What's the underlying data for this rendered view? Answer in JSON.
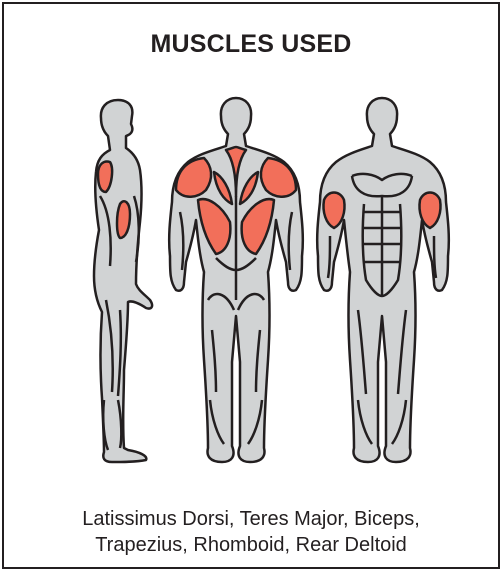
{
  "title": "MUSCLES USED",
  "caption": {
    "line1": "Latissimus Dorsi, Teres Major, Biceps,",
    "line2": "Trapezius, Rhomboid, Rear Deltoid"
  },
  "colors": {
    "body": "#d1d3d4",
    "outline": "#231f20",
    "highlight": "#f26f5a",
    "border": "#231f20"
  },
  "figures": [
    "side-view",
    "back-view",
    "front-view"
  ],
  "highlighted_muscles": [
    "latissimus-dorsi",
    "teres-major",
    "biceps",
    "trapezius",
    "rhomboid",
    "rear-deltoid"
  ]
}
